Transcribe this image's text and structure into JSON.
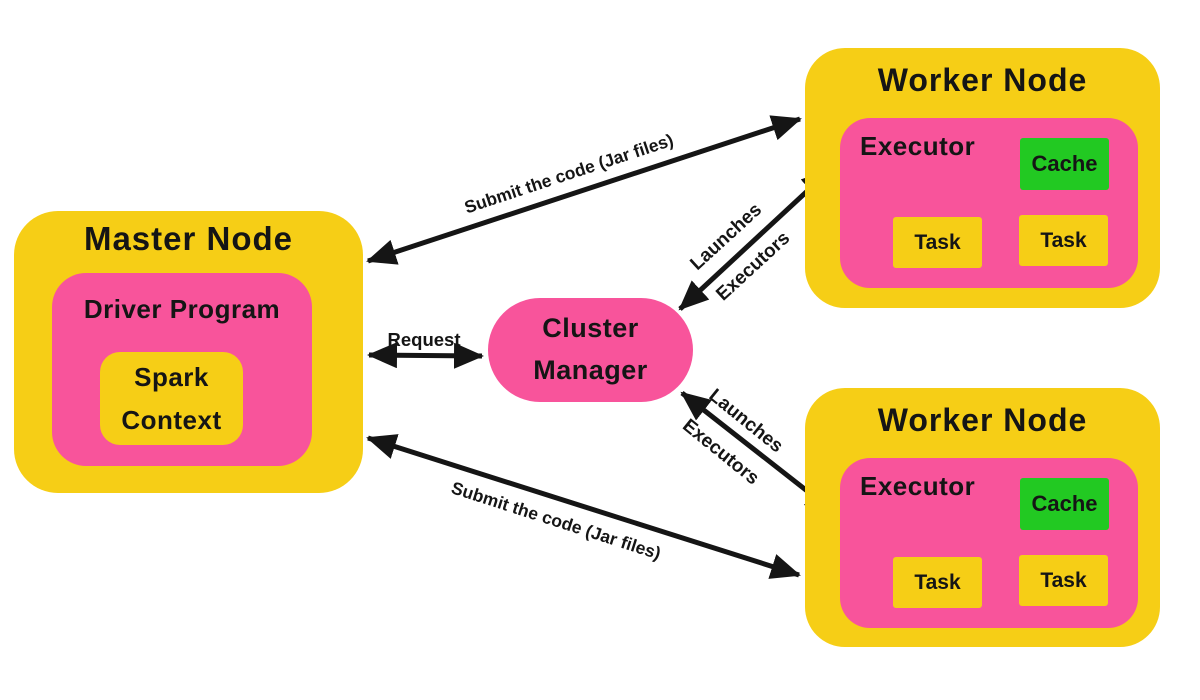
{
  "colors": {
    "yellow": "#F6CE16",
    "pink": "#F8549B",
    "green": "#22C922",
    "ink": "#151515",
    "bg": "#FFFFFF"
  },
  "master_node": {
    "title": "Master Node",
    "driver_program": {
      "title": "Driver Program",
      "spark_context": {
        "line1": "Spark",
        "line2": "Context"
      }
    }
  },
  "cluster_manager": {
    "line1": "Cluster",
    "line2": "Manager"
  },
  "worker_nodes": [
    {
      "title": "Worker Node",
      "executor_label": "Executor",
      "cache_label": "Cache",
      "tasks": [
        "Task",
        "Task"
      ]
    },
    {
      "title": "Worker Node",
      "executor_label": "Executor",
      "cache_label": "Cache",
      "tasks": [
        "Task",
        "Task"
      ]
    }
  ],
  "edges": {
    "submit_top": {
      "label": "Submit the code (Jar files)"
    },
    "request": {
      "label": "Request"
    },
    "launches_top": {
      "line1": "Launches",
      "line2": "Executors"
    },
    "launches_bottom": {
      "line1": "Launches",
      "line2": "Executors"
    },
    "submit_bottom": {
      "label": "Submit the code (Jar files)"
    }
  }
}
